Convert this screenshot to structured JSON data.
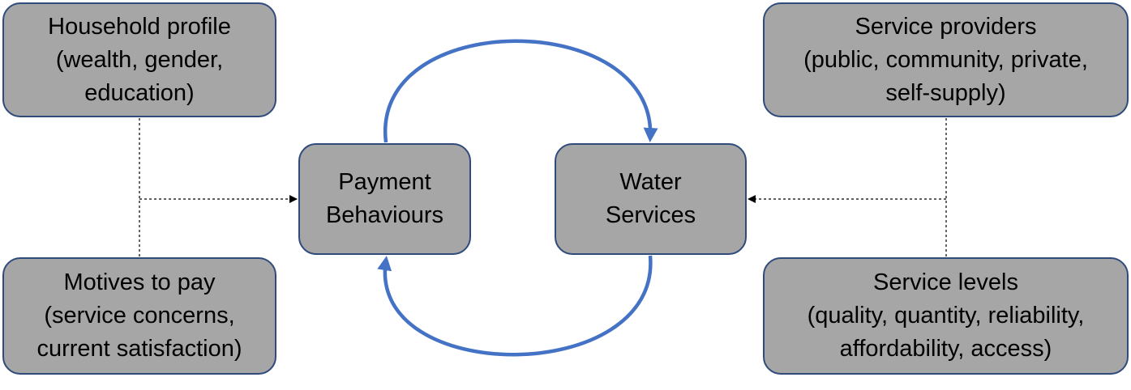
{
  "nodes": {
    "household_profile": {
      "lines": [
        "Household profile",
        "(wealth, gender,",
        "education)"
      ]
    },
    "motives_to_pay": {
      "lines": [
        "Motives to pay",
        "(service concerns,",
        "current satisfaction)"
      ]
    },
    "payment_behaviours": {
      "lines": [
        "Payment",
        "Behaviours"
      ]
    },
    "water_services": {
      "lines": [
        "Water",
        "Services"
      ]
    },
    "service_providers": {
      "lines": [
        "Service providers",
        "(public, community, private,",
        "self-supply)"
      ]
    },
    "service_levels": {
      "lines": [
        "Service levels",
        "(quality, quantity, reliability,",
        "affordability, access)"
      ]
    }
  },
  "edges": [
    {
      "from": "household_profile",
      "to": "payment_behaviours",
      "style": "dashed"
    },
    {
      "from": "motives_to_pay",
      "to": "payment_behaviours",
      "style": "dashed"
    },
    {
      "from": "service_providers",
      "to": "water_services",
      "style": "dashed"
    },
    {
      "from": "service_levels",
      "to": "water_services",
      "style": "dashed"
    },
    {
      "from": "payment_behaviours",
      "to": "water_services",
      "style": "curved"
    },
    {
      "from": "water_services",
      "to": "payment_behaviours",
      "style": "curved"
    }
  ],
  "colors": {
    "box_fill": "#a6a6a6",
    "box_border": "#2f4b7c",
    "cycle_arrow": "#4472c4",
    "dashed_line": "#000000"
  }
}
